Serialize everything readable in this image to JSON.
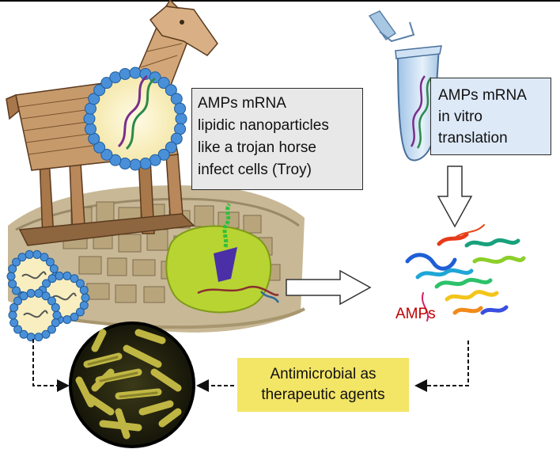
{
  "trojan_box": {
    "lines": [
      "AMPs mRNA",
      "lipidic nanoparticles",
      "like a trojan horse",
      "infect cells (Troy)"
    ]
  },
  "vitro_box": {
    "lines": [
      "AMPs mRNA",
      "in vitro",
      "translation"
    ]
  },
  "amps_label": "AMPs",
  "antimicrobial_box": {
    "lines": [
      "Antimicrobial as",
      "therapeutic agents"
    ]
  },
  "colors": {
    "trojan_box_fill": "#e8e8e8",
    "vitro_box_fill": "#dde9f7",
    "antimicrobial_box_fill": "#f3e565",
    "amps_label": "#c00000",
    "horse_wood": "#c79a6b",
    "nanoparticle_blue": "#4a90d9",
    "cell_green": "#b7d433",
    "bacteria_yellow": "#b7b03a"
  }
}
